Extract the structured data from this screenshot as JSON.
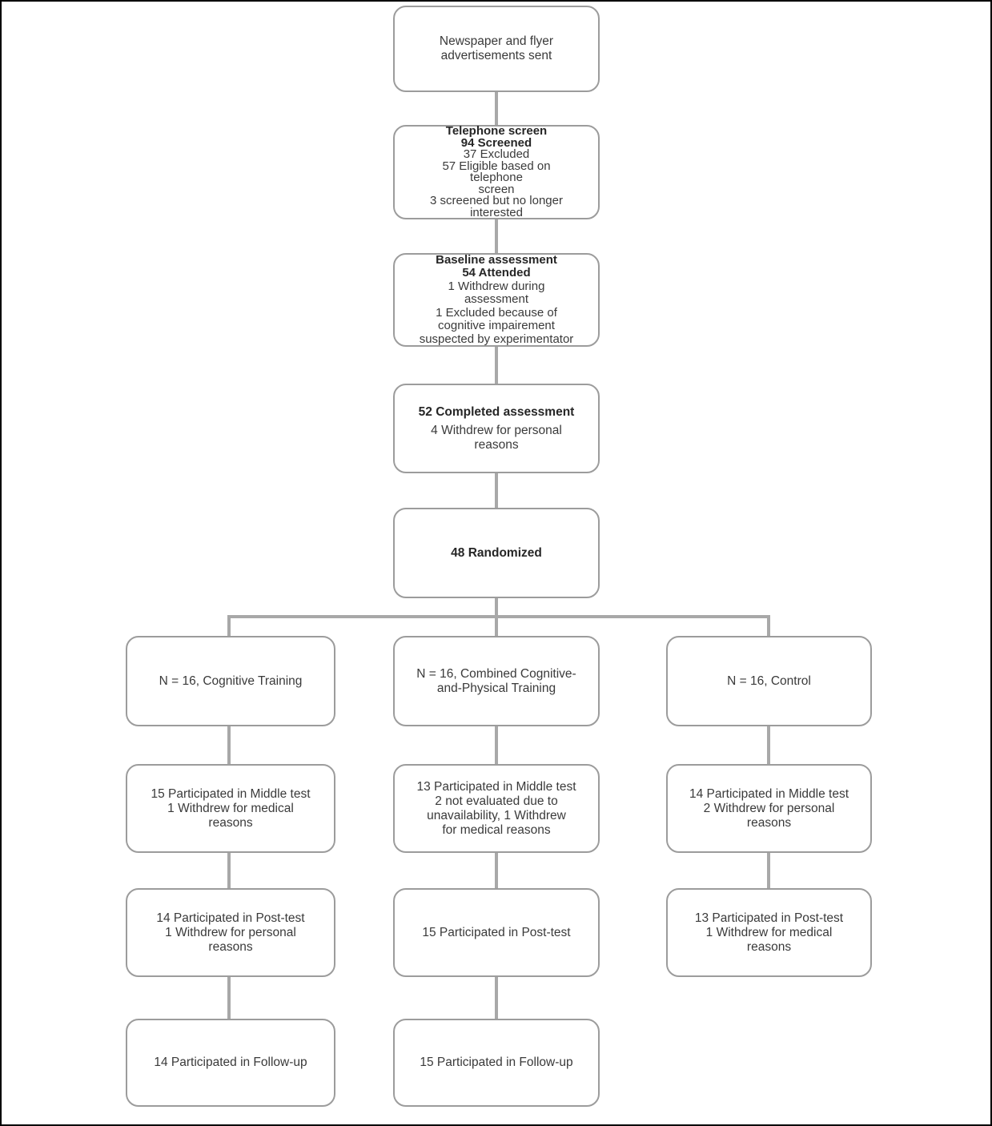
{
  "diagram": {
    "type": "flowchart",
    "description": "Participant recruitment and retention flow diagram",
    "colors": {
      "box_border": "#9c9c9c",
      "connector": "#a8a8a8",
      "text": "#3a3a3a",
      "bold_text": "#262626",
      "frame": "#000000",
      "background": "#ffffff"
    },
    "nodes": {
      "ads": {
        "lines": [
          "Newspaper and flyer",
          "advertisements sent"
        ]
      },
      "telephone_screen": {
        "bold_lines": [
          "Telephone screen",
          "94 Screened"
        ],
        "lines": [
          "37 Excluded",
          "57 Eligible based on",
          "telephone",
          "screen",
          "3 screened but no longer",
          "interested"
        ]
      },
      "baseline": {
        "bold_lines": [
          "Baseline assessment",
          "54 Attended"
        ],
        "lines": [
          "1 Withdrew during",
          "assessment",
          "1 Excluded because of",
          "cognitive impairement",
          "suspected by experimentator"
        ]
      },
      "completed": {
        "bold_lines": [
          "52 Completed assessment"
        ],
        "lines": [
          "4 Withdrew for personal",
          "reasons"
        ]
      },
      "randomized": {
        "bold_lines": [
          "48 Randomized"
        ]
      },
      "cognitive": {
        "allocation": [
          "N = 16, Cognitive Training"
        ],
        "middle": [
          "15 Participated in Middle test",
          "1 Withdrew for medical",
          "reasons"
        ],
        "post": [
          "14 Participated in Post-test",
          "1 Withdrew for personal",
          "reasons"
        ],
        "followup": [
          "14 Participated in Follow-up"
        ]
      },
      "combined": {
        "allocation": [
          "N = 16, Combined Cognitive-",
          "and-Physical Training"
        ],
        "middle": [
          "13 Participated in Middle test",
          "2 not evaluated due to",
          "unavailability, 1 Withdrew",
          "for medical reasons"
        ],
        "post": [
          "15 Participated in Post-test"
        ],
        "followup": [
          "15 Participated in Follow-up"
        ]
      },
      "control": {
        "allocation": [
          "N = 16, Control"
        ],
        "middle": [
          "14 Participated in Middle test",
          "2 Withdrew for personal",
          "reasons"
        ],
        "post": [
          "13 Participated in Post-test",
          "1 Withdrew for medical",
          "reasons"
        ]
      }
    }
  }
}
